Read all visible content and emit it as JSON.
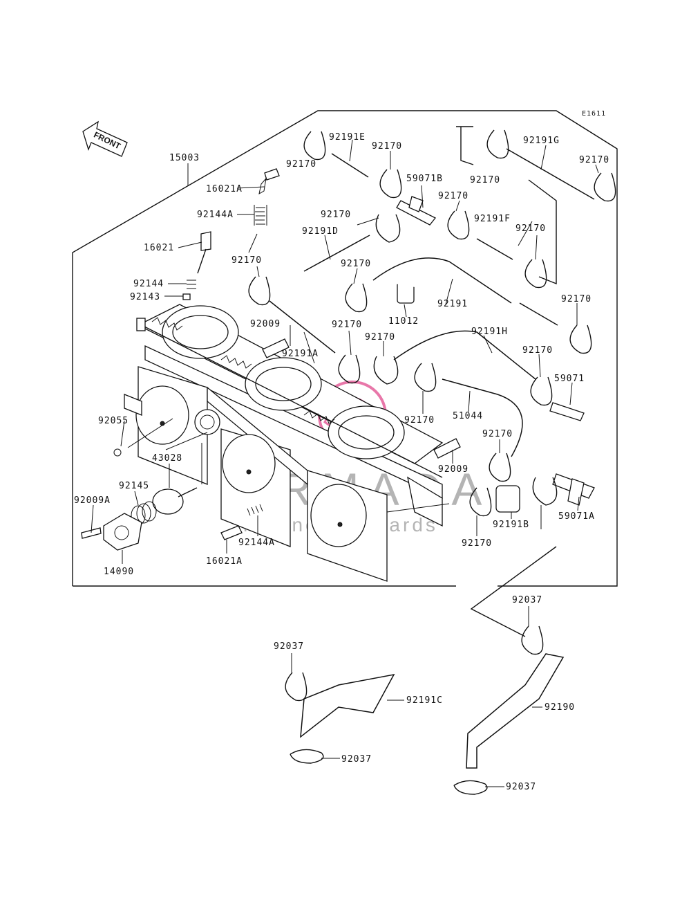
{
  "diagram": {
    "code": "E1611",
    "front_label": "FRONT",
    "watermark": {
      "brand": "ARMADA",
      "tagline": "marine outboards",
      "color": "#e04a8c"
    },
    "labels": {
      "assembly": "15003",
      "screw_a_top": "16021A",
      "spring_a_top": "92144A",
      "screw": "16021",
      "spring": "92144",
      "pin": "92143",
      "clamp_1": "92170",
      "clamp_2": "92170",
      "clamp_3": "92170",
      "clamp_4": "92170",
      "clamp_5": "92170",
      "clamp_6": "92170",
      "clamp_7": "92170",
      "clamp_8": "92170",
      "clamp_9": "92170",
      "clamp_10": "92170",
      "clamp_11": "92170",
      "clamp_12": "92170",
      "clamp_13": "92170",
      "clamp_14": "92170",
      "clamp_15": "92170",
      "clamp_16": "92170",
      "hose_e": "92191E",
      "hose_g": "92191G",
      "hose_d": "92191D",
      "hose_f": "92191F",
      "hose": "92191",
      "hose_a": "92191A",
      "hose_h": "92191H",
      "hose_b": "92191B",
      "hose_c": "92191C",
      "hose_main": "92190",
      "joint_b": "59071B",
      "joint": "59071",
      "joint_a": "59071A",
      "cap": "11012",
      "bolt_1": "92009",
      "bolt_2": "92009",
      "oring": "92055",
      "diaphragm": "43028",
      "spring_b": "92145",
      "bolt_a": "92009A",
      "cover": "14090",
      "screw_a_bottom": "16021A",
      "spring_a_bottom": "92144A",
      "hose_plain": "51044",
      "band_1": "92037",
      "band_2": "92037",
      "band_3": "92037",
      "band_4": "92037"
    }
  }
}
